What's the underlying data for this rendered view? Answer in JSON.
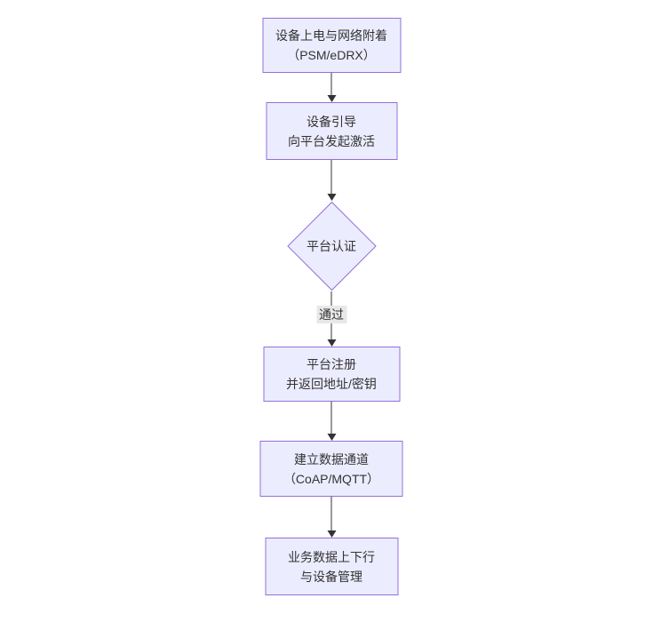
{
  "diagram": {
    "type": "flowchart",
    "direction": "top-down",
    "colors": {
      "background": "#ffffff",
      "node_fill": "#ECECFF",
      "node_border": "#9370DB",
      "text": "#333333",
      "arrow": "#333333",
      "edge_label_bg": "#e8e8e8"
    },
    "nodes": [
      {
        "id": "power-attach",
        "shape": "rect",
        "lines": [
          "设备上电与网络附着",
          "（PSM/eDRX）"
        ]
      },
      {
        "id": "bootstrap",
        "shape": "rect",
        "lines": [
          "设备引导",
          "向平台发起激活"
        ]
      },
      {
        "id": "auth-decision",
        "shape": "diamond",
        "lines": [
          "平台认证"
        ]
      },
      {
        "id": "register",
        "shape": "rect",
        "lines": [
          "平台注册",
          "并返回地址/密钥"
        ]
      },
      {
        "id": "data-channel",
        "shape": "rect",
        "lines": [
          "建立数据通道",
          "（CoAP/MQTT）"
        ]
      },
      {
        "id": "business-data",
        "shape": "rect",
        "lines": [
          "业务数据上下行",
          "与设备管理"
        ]
      }
    ],
    "edges": [
      {
        "from": "power-attach",
        "to": "bootstrap",
        "label": ""
      },
      {
        "from": "bootstrap",
        "to": "auth-decision",
        "label": ""
      },
      {
        "from": "auth-decision",
        "to": "register",
        "label": "通过"
      },
      {
        "from": "register",
        "to": "data-channel",
        "label": ""
      },
      {
        "from": "data-channel",
        "to": "business-data",
        "label": ""
      }
    ]
  }
}
